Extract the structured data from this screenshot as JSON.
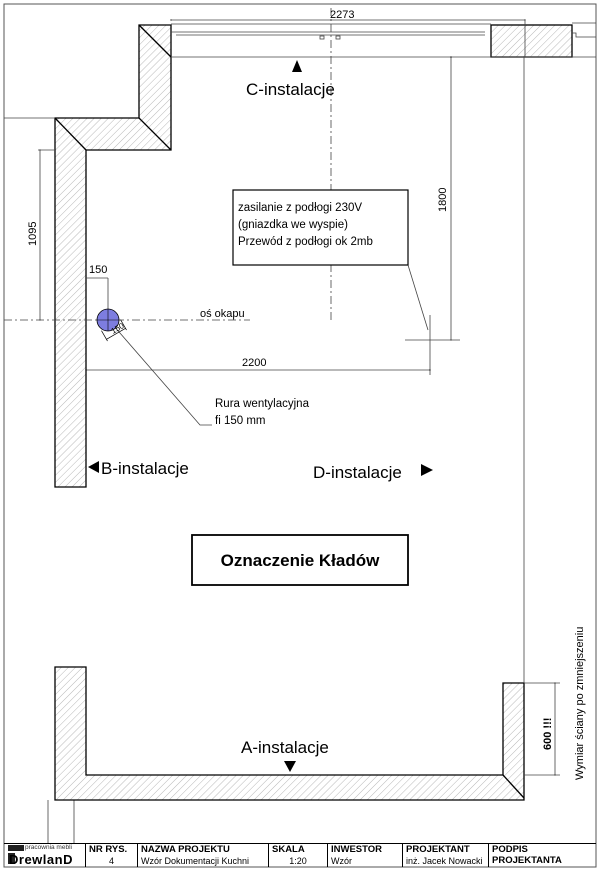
{
  "drawing": {
    "dim_top": "2273",
    "dim_right": "1800",
    "dim_left": "1095",
    "dim_offset": "150",
    "dim_pipe": "150",
    "dim_width": "2200",
    "dim_wall": "600 !!!",
    "axis_label": "oś okapu",
    "note_box": [
      "zasilanie z podłogi 230V",
      "(gniazdka we wyspie)",
      "Przewód z podłogi ok 2mb"
    ],
    "pipe_label": [
      "Rura  wentylacyjna",
      "fi 150 mm"
    ],
    "c_label": "C-instalacje",
    "b_label": "B-instalacje",
    "d_label": "D-instalacje",
    "a_label": "A-instalacje",
    "title_box": "Oznaczenie Kładów",
    "wall_note": "Wymiar ściany po zmniejszeniu",
    "pipe_color": "#7d7de0"
  },
  "titleblock": {
    "logo_small": "pracownia mebli",
    "logo_big": "DrewlanD",
    "nr_label": "NR RYS.",
    "nr_value": "4",
    "project_label": "NAZWA PROJEKTU",
    "project_value": "Wzór Dokumentacji Kuchni",
    "scale_label": "SKALA",
    "scale_value": "1:20",
    "investor_label": "INWESTOR",
    "investor_value": "Wzór",
    "designer_label": "PROJEKTANT",
    "designer_value": "inż. Jacek Nowacki",
    "signature_label": "PODPIS PROJEKTANTA"
  }
}
